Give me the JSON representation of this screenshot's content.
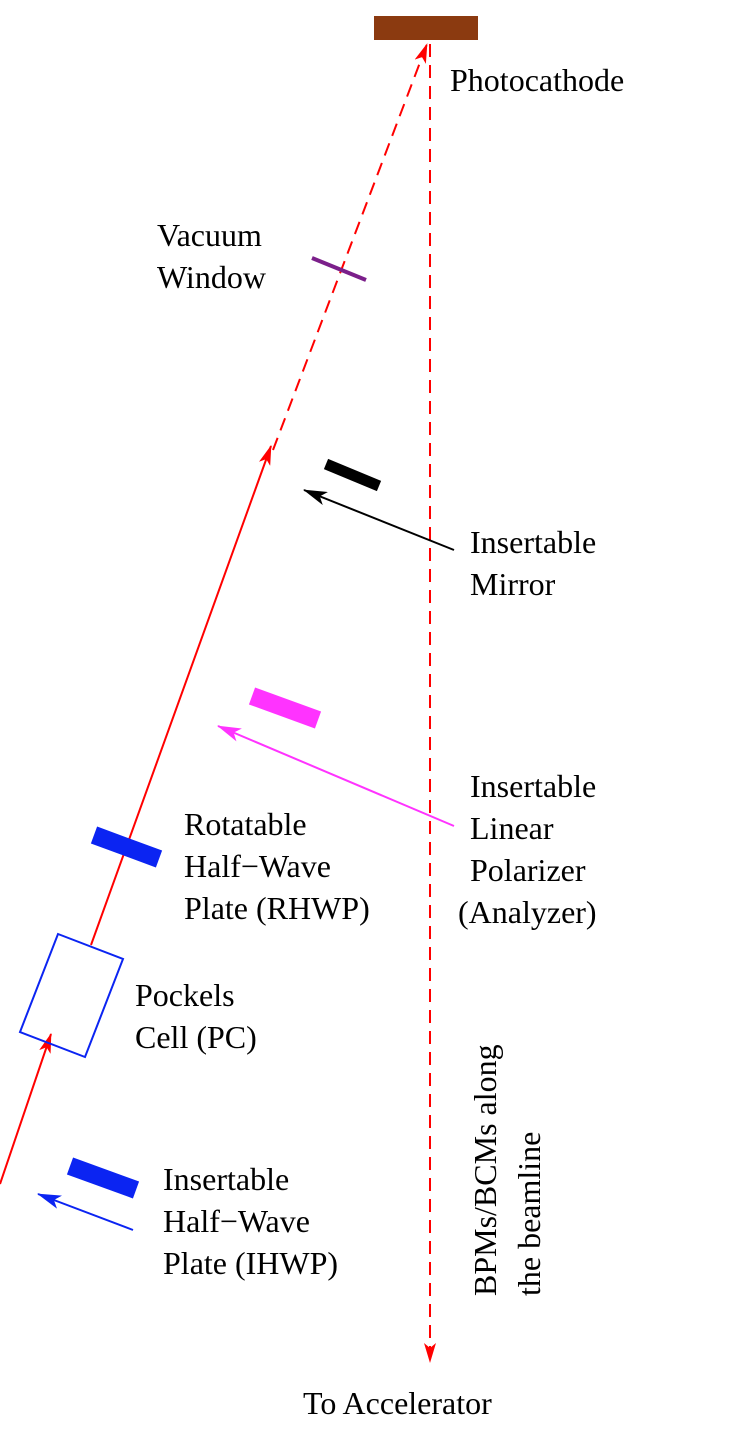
{
  "labels": {
    "photocathode": "Photocathode",
    "vacuum_window": [
      "Vacuum",
      "Window"
    ],
    "insertable_mirror": [
      "Insertable",
      "Mirror"
    ],
    "insertable_linear_polarizer": [
      "Insertable",
      "Linear",
      "Polarizer",
      "(Analyzer)"
    ],
    "rotatable_half_wave_plate": [
      "Rotatable",
      "Half−Wave",
      "Plate (RHWP)"
    ],
    "pockels_cell": [
      "Pockels",
      "Cell (PC)"
    ],
    "insertable_half_wave_plate": [
      "Insertable",
      "Half−Wave",
      "Plate (IHWP)"
    ],
    "bpm_bcm": [
      "BPMs/BCMs along",
      "the beamline"
    ],
    "to_accelerator": "To Accelerator"
  },
  "colors": {
    "laser_beam": "#ff0000",
    "photocathode": "#8b3a10",
    "vacuum_window": "#7b1f8a",
    "mirror": "#000000",
    "polarizer": "#ff33ff",
    "half_wave_plate": "#0b24f2",
    "pockels_cell": "#0b24f2",
    "text": "#000000"
  }
}
